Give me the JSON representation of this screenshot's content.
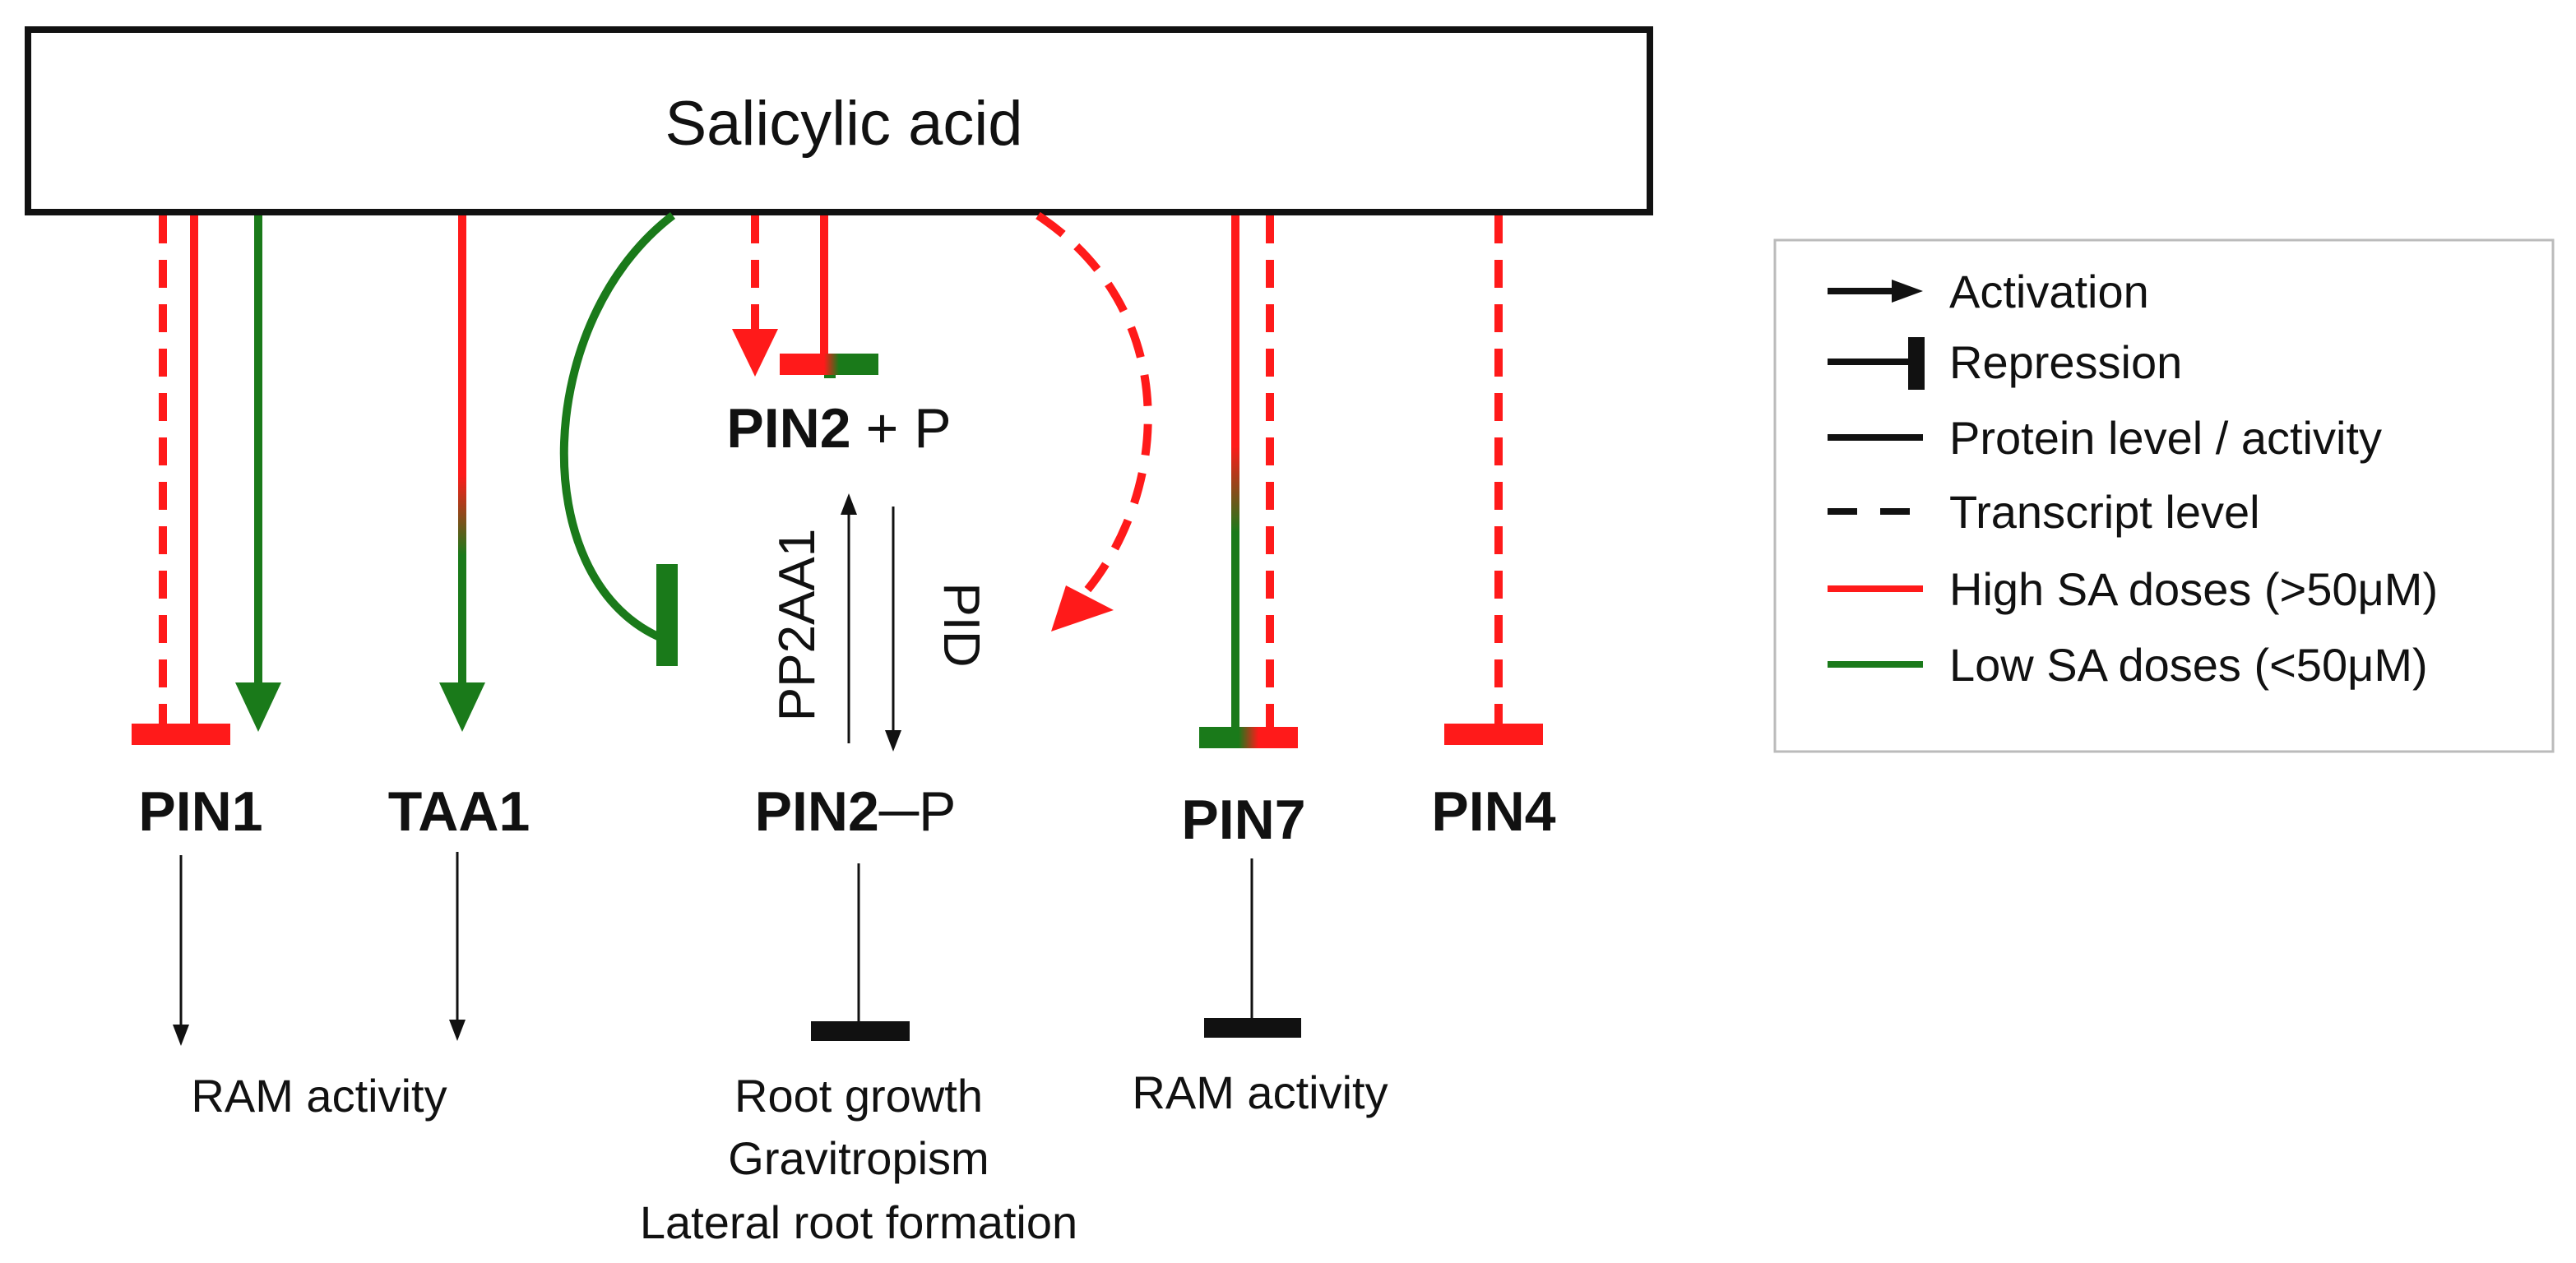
{
  "header": {
    "label": "Salicylic acid"
  },
  "nodes": {
    "pin1": "PIN1",
    "taa1": "TAA1",
    "pin2_top": "PIN2",
    "pin2_top_suffix": "+ P",
    "pin2_bottom": "PIN2",
    "pin2_bottom_suffix": "─P",
    "pin7": "PIN7",
    "pin4": "PIN4",
    "pp2aa1": "PP2AA1",
    "pid": "PID"
  },
  "outcomes": {
    "ram_activity_left": "RAM activity",
    "pin2_lines": [
      "Root growth",
      "Gravitropism",
      "Lateral root formation"
    ],
    "ram_activity_right": "RAM activity"
  },
  "legend": {
    "items": [
      {
        "key": "activation",
        "label": "Activation"
      },
      {
        "key": "repression",
        "label": "Repression"
      },
      {
        "key": "protein",
        "label": "Protein level / activity"
      },
      {
        "key": "transcript",
        "label": "Transcript level"
      },
      {
        "key": "high",
        "label": "High SA doses (>50μM)"
      },
      {
        "key": "low",
        "label": "Low SA doses (<50μM)"
      }
    ]
  },
  "colors": {
    "high_dose": "#ff1a1a",
    "low_dose": "#1a7a1a",
    "neutral": "#111111"
  }
}
